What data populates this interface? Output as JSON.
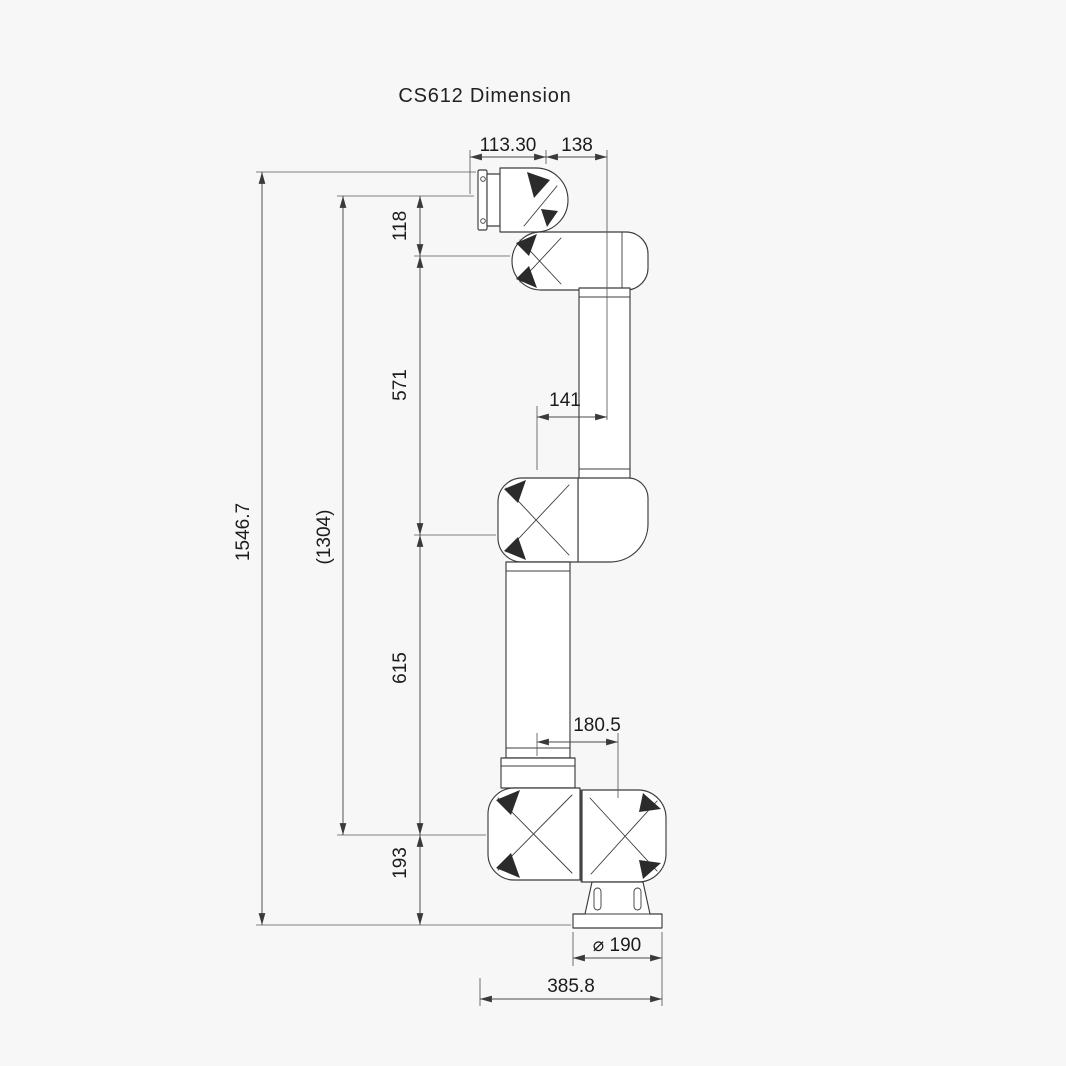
{
  "title": "CS612 Dimension",
  "colors": {
    "background": "#f7f7f8",
    "ink": "#3c3c3c"
  },
  "dims": {
    "flange_offset": "113.30",
    "wrist_offset": "138",
    "d118": "118",
    "d571": "571",
    "d141": "141",
    "total_height": "1546.7",
    "d1304": "(1304)",
    "d615": "615",
    "d180_5": "180.5",
    "d193": "193",
    "base_dia": "⌀ 190",
    "total_width": "385.8"
  }
}
